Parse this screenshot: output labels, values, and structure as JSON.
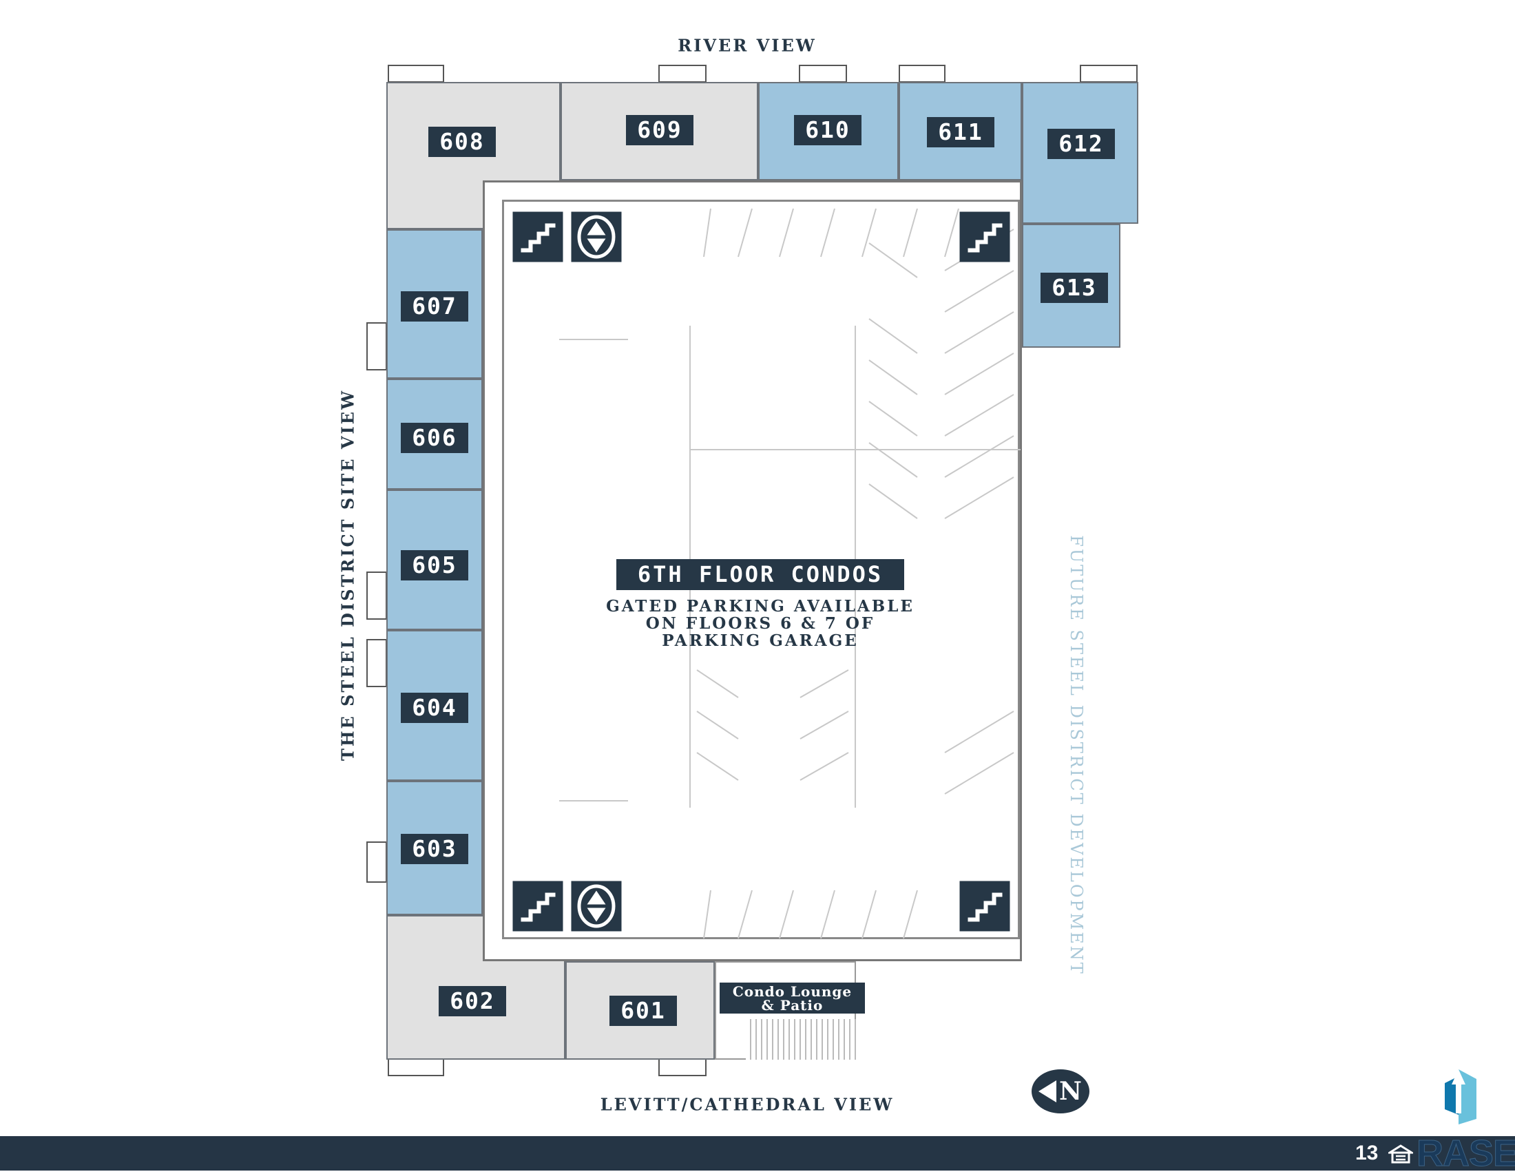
{
  "views": {
    "top": "RIVER VIEW",
    "bottom": "LEVITT/CATHEDRAL VIEW",
    "left": "THE STEEL DISTRICT SITE VIEW",
    "right": "FUTURE STEEL DISTRICT DEVELOPMENT"
  },
  "center": {
    "title": "6TH FLOOR CONDOS",
    "lines": [
      "GATED PARKING AVAILABLE",
      "ON FLOORS 6 & 7 OF",
      "PARKING GARAGE"
    ]
  },
  "units": [
    {
      "id": "608",
      "status": "gray"
    },
    {
      "id": "609",
      "status": "gray"
    },
    {
      "id": "610",
      "status": "blue"
    },
    {
      "id": "611",
      "status": "blue"
    },
    {
      "id": "612",
      "status": "blue"
    },
    {
      "id": "613",
      "status": "blue"
    },
    {
      "id": "607",
      "status": "blue"
    },
    {
      "id": "606",
      "status": "blue"
    },
    {
      "id": "605",
      "status": "blue"
    },
    {
      "id": "604",
      "status": "blue"
    },
    {
      "id": "603",
      "status": "blue"
    },
    {
      "id": "602",
      "status": "gray"
    },
    {
      "id": "601",
      "status": "gray"
    }
  ],
  "lounge": {
    "line1": "Condo Lounge",
    "line2": "& Patio"
  },
  "north": "N",
  "footer": {
    "page": "13",
    "brand": "RASE"
  },
  "colors": {
    "available_blue": "#9dc4dd",
    "unavailable_gray": "#e1e1e1",
    "navy": "#263746",
    "footer": "#253545"
  }
}
